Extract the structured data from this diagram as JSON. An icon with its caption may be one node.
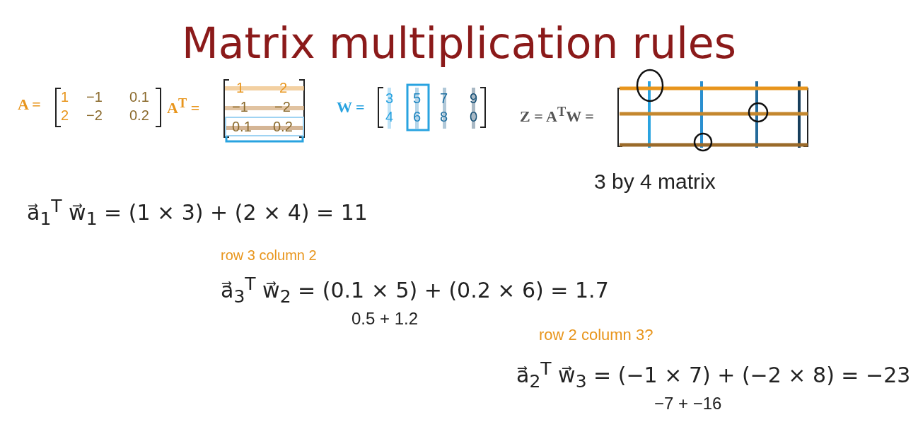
{
  "diagram": {
    "title": "Matrix multiplication rules",
    "labels": [
      "A =",
      "1",
      "−1",
      "0.1",
      "2",
      "−2",
      "0.2",
      "A$^{T}$ =",
      "1",
      "2",
      "−1",
      "−2",
      "0.1",
      "0.2",
      "W =",
      "3",
      "5",
      "7",
      "9",
      "4",
      "6",
      "8",
      "0",
      "Z = A$^{T}$W =",
      "3 by 4 matrix",
      "a⃗$_{1}$$^{T}$ w⃗$_{1}$ = (1 × 3) + (2 × 4) = 11",
      "row 3 column 2",
      "a⃗$_{3}$$^{T}$ w⃗$_{2}$ = (0.1 × 5) + (0.2 × 6) = 1.7",
      "0.5 + 1.2",
      "row 2 column 3?",
      "a⃗$_{2}$$^{T}$ w⃗$_{3}$ = (−1 × 7) + (−2 × 8) = −23",
      "−7 + −16"
    ]
  }
}
